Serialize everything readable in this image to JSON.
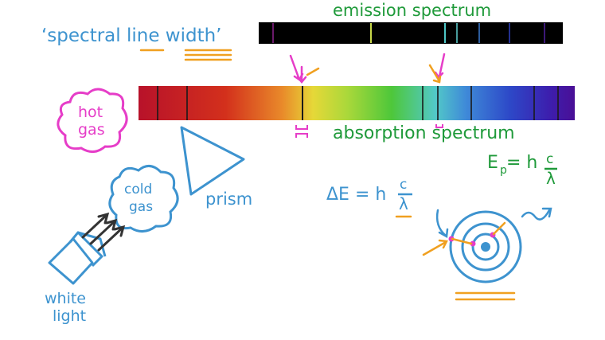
{
  "title": "‘spectral line width’",
  "emission_label": "emission spectrum",
  "absorption_label": "absorption spectrum",
  "hot_gas": {
    "line1": "hot",
    "line2": "gas"
  },
  "cold_gas": {
    "line1": "cold",
    "line2": "gas"
  },
  "prism_label": "prism",
  "white_light": {
    "line1": "white",
    "line2": "light"
  },
  "photon_energy": {
    "left": "E",
    "sub": "p",
    "eq": " = h",
    "num": "c",
    "den": "λ"
  },
  "delta_energy": {
    "left": "ΔE = h",
    "num": "c",
    "den": "λ"
  },
  "colors": {
    "green": "#1f9a3a",
    "blue": "#3d93cf",
    "pink": "#e63dc8",
    "orange": "#f0a020",
    "dark": "#333333"
  }
}
